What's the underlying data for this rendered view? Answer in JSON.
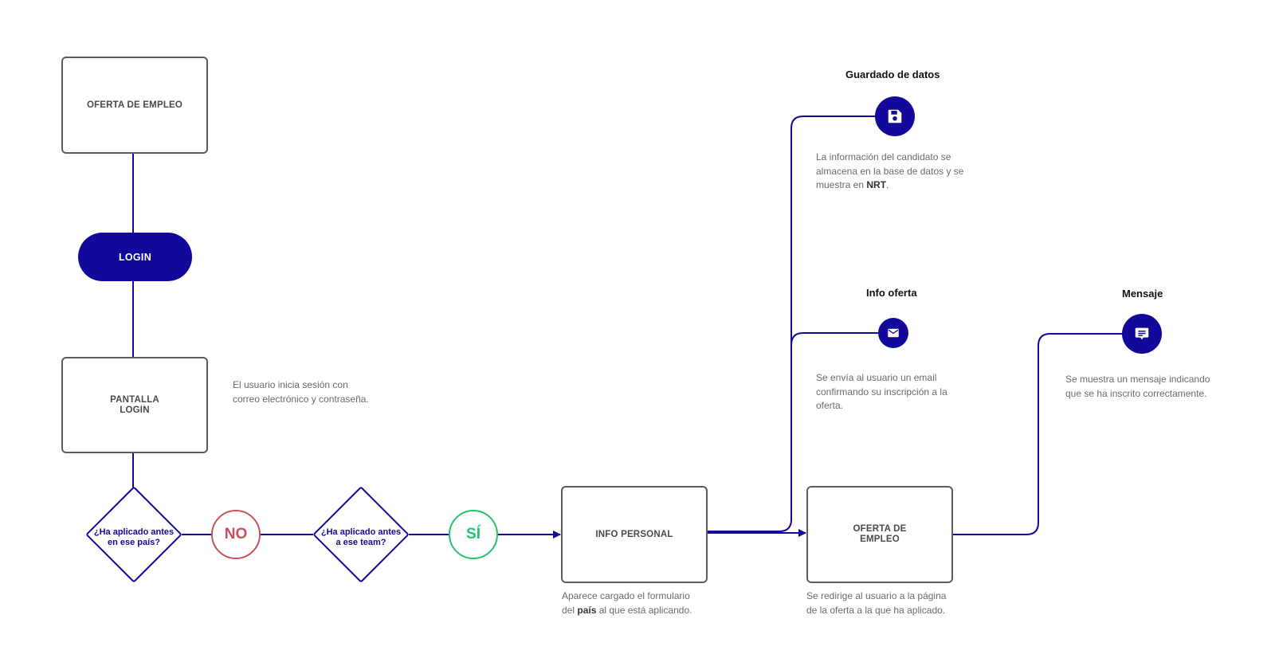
{
  "boxes": {
    "oferta_empleo_top": "OFERTA DE EMPLEO",
    "pantalla_login": "PANTALLA\nLOGIN",
    "info_personal": "INFO PERSONAL",
    "oferta_empleo_bottom": "OFERTA DE\nEMPLEO"
  },
  "login": {
    "label": "LOGIN"
  },
  "decision_pais": {
    "line1": "¿Ha aplicado antes",
    "line2_prefix": "en ese ",
    "line2_bold": "país?"
  },
  "decision_team": {
    "line1": "¿Ha aplicado antes",
    "line2_prefix": "a ese ",
    "line2_bold": "team?"
  },
  "answers": {
    "no": "NO",
    "si": "SÍ"
  },
  "descriptions": {
    "login": {
      "line1": "El usuario inicia sesión con",
      "line2": "correo electrónico y contraseña."
    },
    "info_personal": {
      "line1": "Aparece cargado el formulario",
      "line2_prefix": "del ",
      "line2_bold": "país",
      "line2_suffix": " al que está aplicando."
    },
    "oferta_empleo": {
      "line1": "Se redirige al usuario a la página",
      "line2": "de la oferta a la que ha aplicado."
    },
    "guardado": {
      "line1": "La información del candidato se",
      "line2": "almacena en la base de datos y se",
      "line3_prefix": "muestra en ",
      "line3_bold": "NRT",
      "line3_suffix": "."
    },
    "info_oferta": {
      "line1": "Se envía al usuario un email",
      "line2": "confirmando su inscripción a la",
      "line3": "oferta."
    },
    "mensaje": {
      "line1": "Se muestra un mensaje indicando",
      "line2": "que se ha inscrito correctamente."
    }
  },
  "outputs": {
    "guardado": {
      "title": "Guardado de datos",
      "icon": "save-icon"
    },
    "info_oferta": {
      "title": "Info oferta",
      "icon": "mail-icon"
    },
    "mensaje": {
      "title": "Mensaje",
      "icon": "message-icon"
    }
  },
  "colors": {
    "primary": "#12089a",
    "box_border": "#5b5b5b",
    "no": "#c8505d",
    "si": "#22c46b"
  }
}
